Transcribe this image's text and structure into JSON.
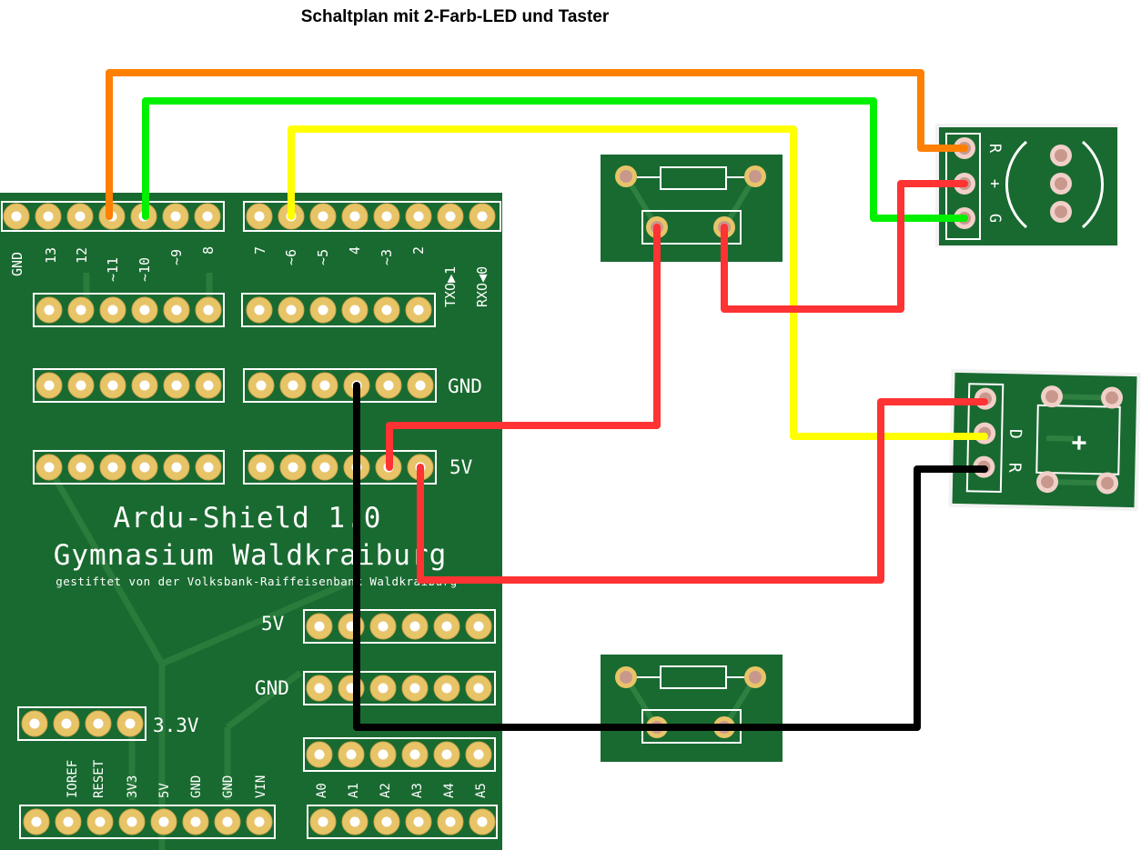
{
  "title": "Schaltplan mit 2-Farb-LED und Taster",
  "colors": {
    "pcb": "#196a30",
    "pad": "#e8c468",
    "wire_orange": "#ff7f00",
    "wire_green": "#00f000",
    "wire_yellow": "#ffff00",
    "wire_red": "#ff3333",
    "wire_black": "#000000"
  },
  "shield": {
    "name": "Ardu-Shield 1.0",
    "school": "Gymnasium Waldkraiburg",
    "sponsor": "gestiftet von der Volksbank-Raiffeisenbank Waldkraiburg",
    "top_pins": [
      "GND",
      "13",
      "12",
      "~11",
      "~10",
      "~9",
      "8",
      "7",
      "~6",
      "~5",
      "4",
      "~3",
      "2",
      "TXO▶1",
      "RXO◀0"
    ],
    "rail_labels": {
      "gnd_upper": "GND",
      "v5_upper": "5V",
      "v5_lower": "5V",
      "gnd_lower": "GND",
      "v33": "3.3V"
    },
    "power_pins": [
      "IOREF",
      "RESET",
      "3V3",
      "5V",
      "GND",
      "GND",
      "VIN"
    ],
    "analog_pins": [
      "A0",
      "A1",
      "A2",
      "A3",
      "A4",
      "A5"
    ]
  },
  "led_module": {
    "pin_labels": [
      "R",
      "+",
      "G"
    ]
  },
  "button_module": {
    "pin_labels": [
      "D",
      "R"
    ],
    "symbol": "+"
  }
}
